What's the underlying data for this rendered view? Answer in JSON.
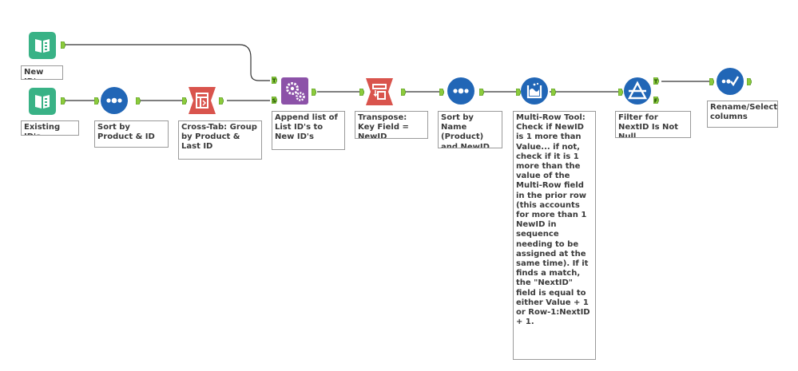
{
  "workflow": {
    "colors": {
      "input_tool": "#39b286",
      "preparation_tool": "#2166b6",
      "join_tool": "#8c52a8",
      "transform_tool": "#d9544d",
      "anchor": "#8ccb3c",
      "connection": "#333333"
    },
    "tools": [
      {
        "id": "new-ids",
        "icon": "book-icon",
        "annotation": "New ID's"
      },
      {
        "id": "existing-ids",
        "icon": "book-icon",
        "annotation": "Existing ID's"
      },
      {
        "id": "sort-product-id",
        "icon": "sort-icon",
        "annotation": "Sort by Product & ID"
      },
      {
        "id": "cross-tab",
        "icon": "crosstab-icon",
        "annotation": "Cross-Tab: Group by Product & Last ID"
      },
      {
        "id": "append-fields",
        "icon": "gears-icon",
        "annotation": "Append list of List ID's to New ID's",
        "anchors": [
          "T",
          "S"
        ]
      },
      {
        "id": "transpose",
        "icon": "transpose-icon",
        "annotation": "Transpose: Key Field = NewID"
      },
      {
        "id": "sort-name-newid",
        "icon": "sort-icon",
        "annotation": "Sort by Name (Product) and NewID"
      },
      {
        "id": "multi-row",
        "icon": "multi-row-icon",
        "annotation": "Multi-Row Tool: Check if NewID is 1 more than Value... if not, check if it is 1 more than the value of the Multi-Row field in the prior row (this accounts for more than 1 NewID in sequence needing to be assigned at the same time). If it finds a match, the \"NextID\" field is equal to either Value + 1 or Row-1:NextID + 1."
      },
      {
        "id": "filter-nextid",
        "icon": "filter-icon",
        "annotation": "Filter for NextID Is Not Null",
        "anchors": [
          "T",
          "F"
        ]
      },
      {
        "id": "select",
        "icon": "select-icon",
        "annotation": "Rename/Select columns"
      }
    ]
  }
}
